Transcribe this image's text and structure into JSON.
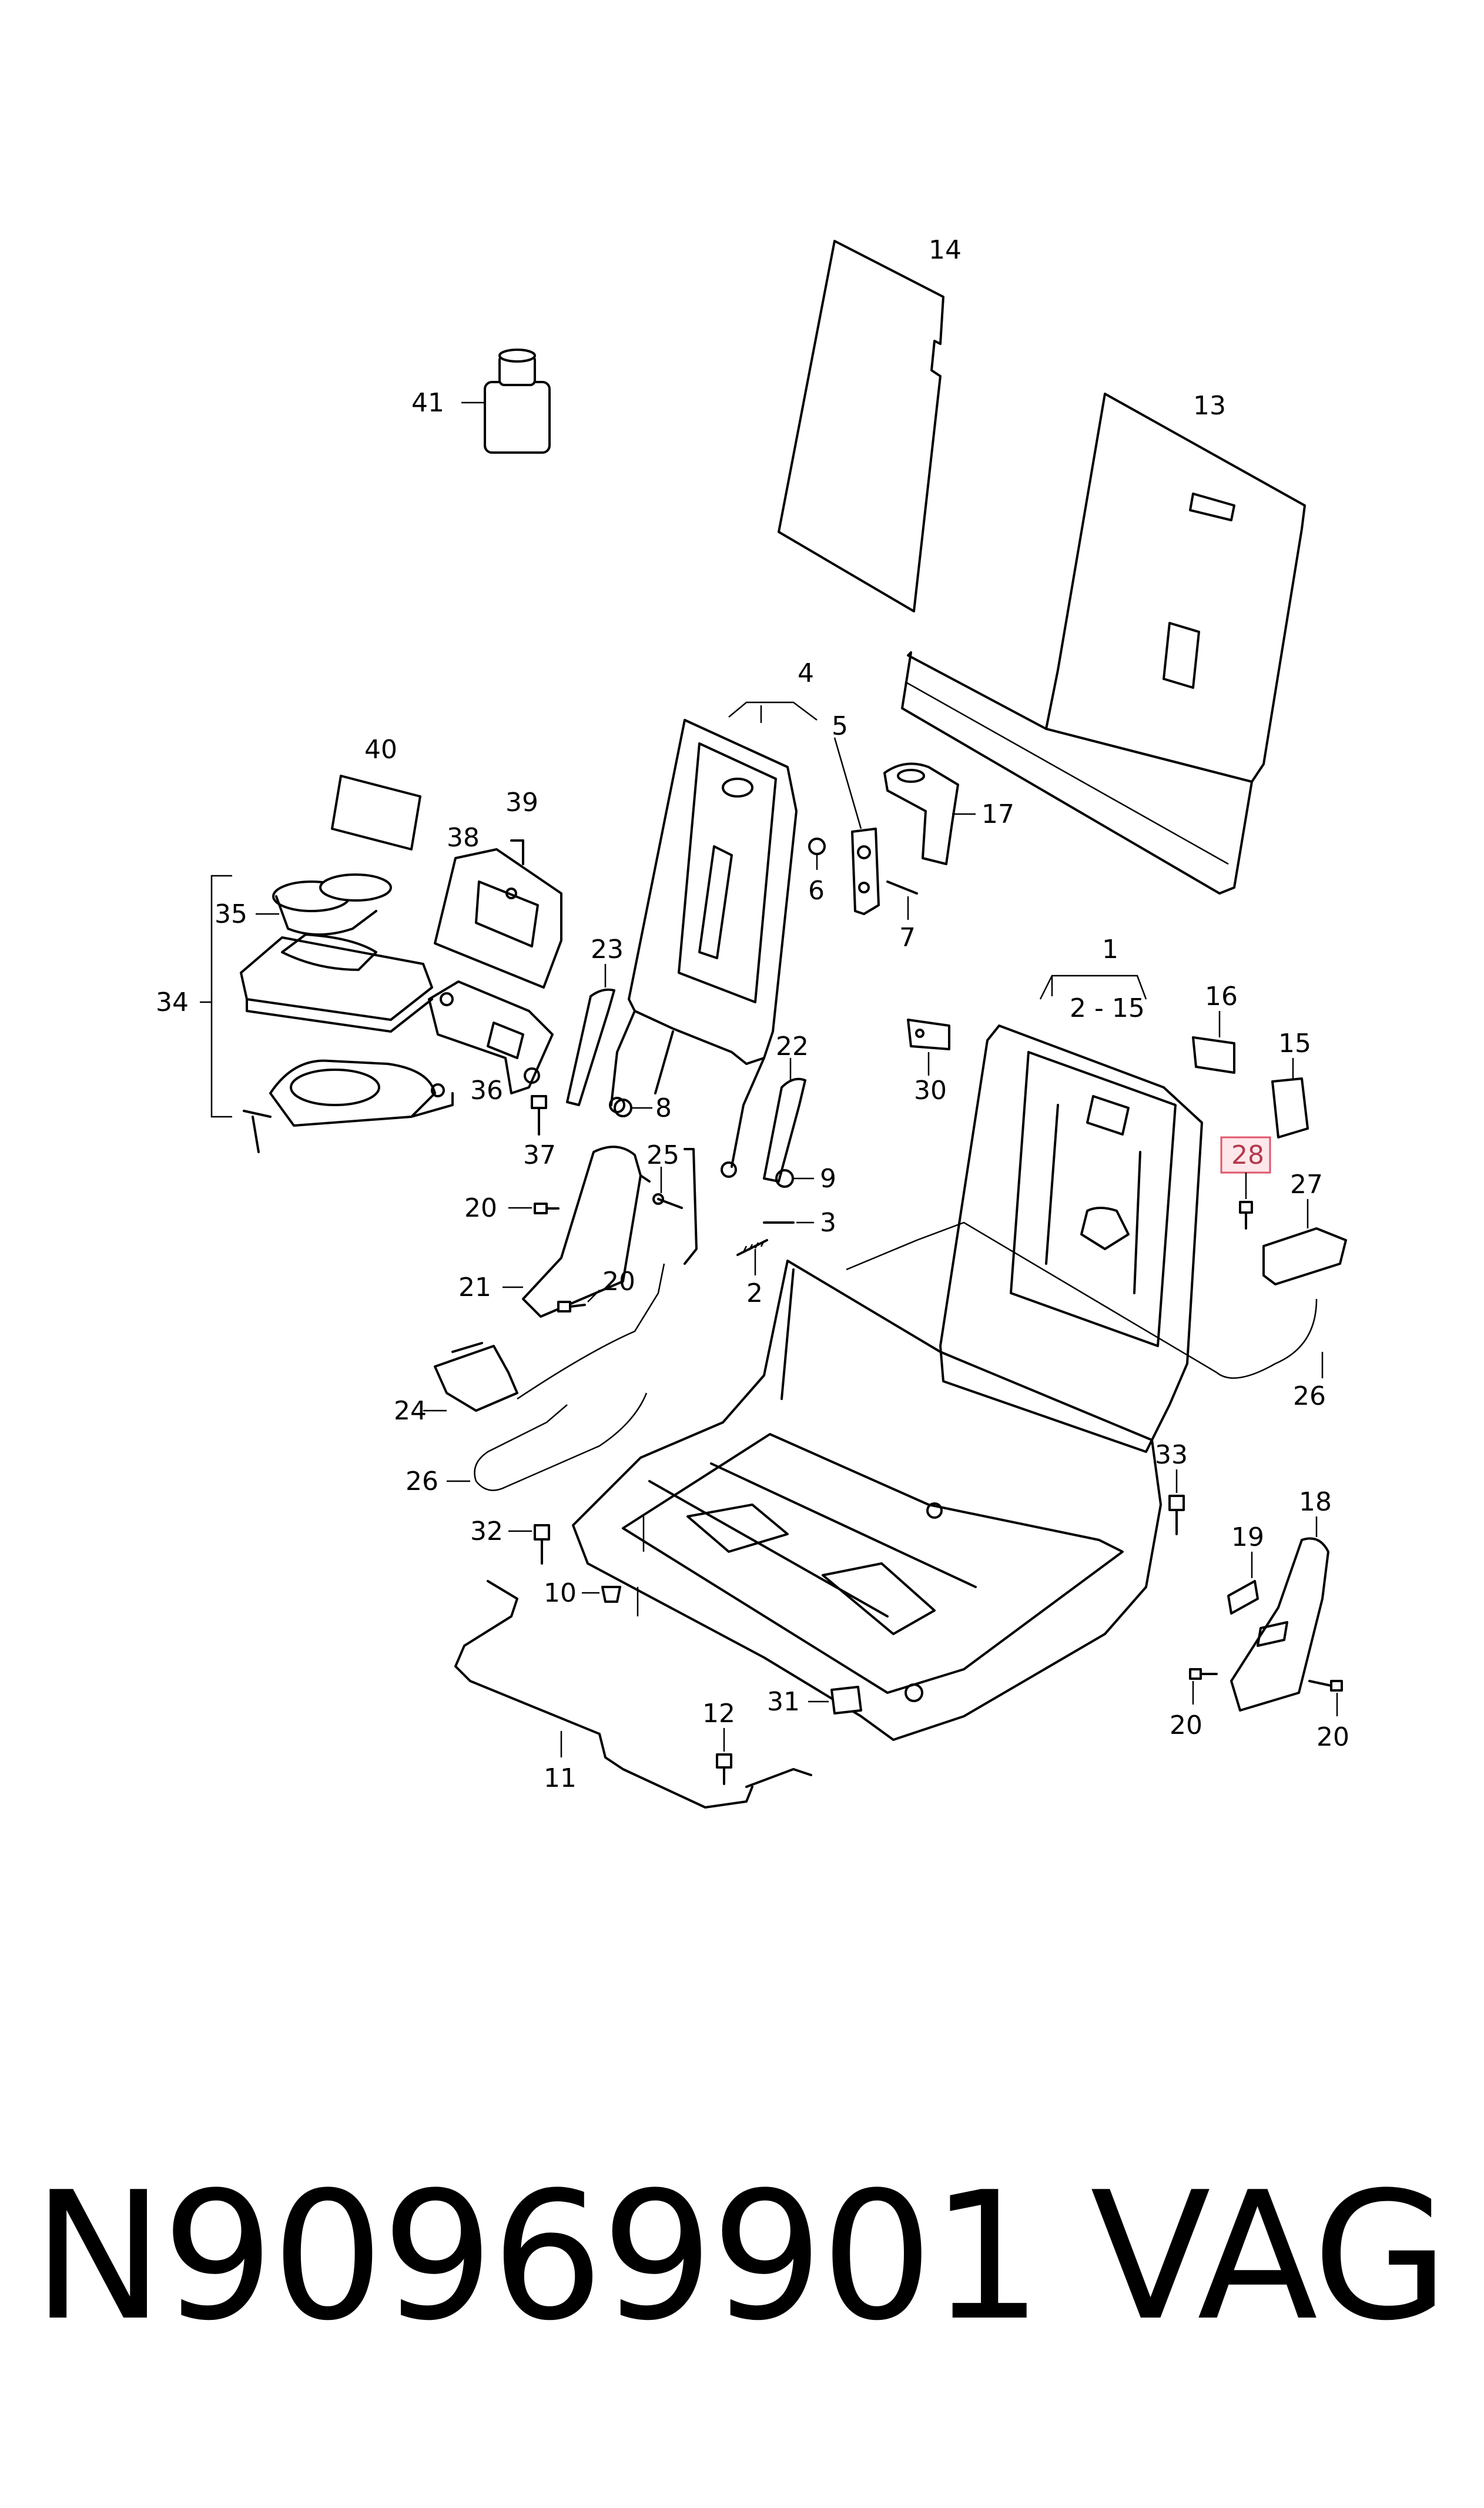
{
  "diagram": {
    "part_labels": {
      "p1": "1",
      "p2_15": "2 - 15",
      "p2": "2",
      "p3": "3",
      "p4": "4",
      "p5": "5",
      "p6": "6",
      "p7": "7",
      "p8": "8",
      "p9": "9",
      "p10": "10",
      "p11": "11",
      "p12": "12",
      "p13": "13",
      "p14": "14",
      "p15": "15",
      "p16": "16",
      "p17": "17",
      "p18": "18",
      "p19": "19",
      "p20a": "20",
      "p20b": "20",
      "p20c": "20",
      "p20d": "20",
      "p21": "21",
      "p22": "22",
      "p23": "23",
      "p24": "24",
      "p25": "25",
      "p26a": "26",
      "p26b": "26",
      "p27": "27",
      "p28": "28",
      "p30": "30",
      "p31": "31",
      "p32": "32",
      "p33": "33",
      "p34": "34",
      "p35": "35",
      "p36": "36",
      "p37": "37",
      "p38": "38",
      "p39": "39",
      "p40": "40",
      "p41": "41"
    },
    "highlight_color": "#e0566b"
  },
  "footer": {
    "part_number": "N90969901",
    "brand": "VAG"
  }
}
